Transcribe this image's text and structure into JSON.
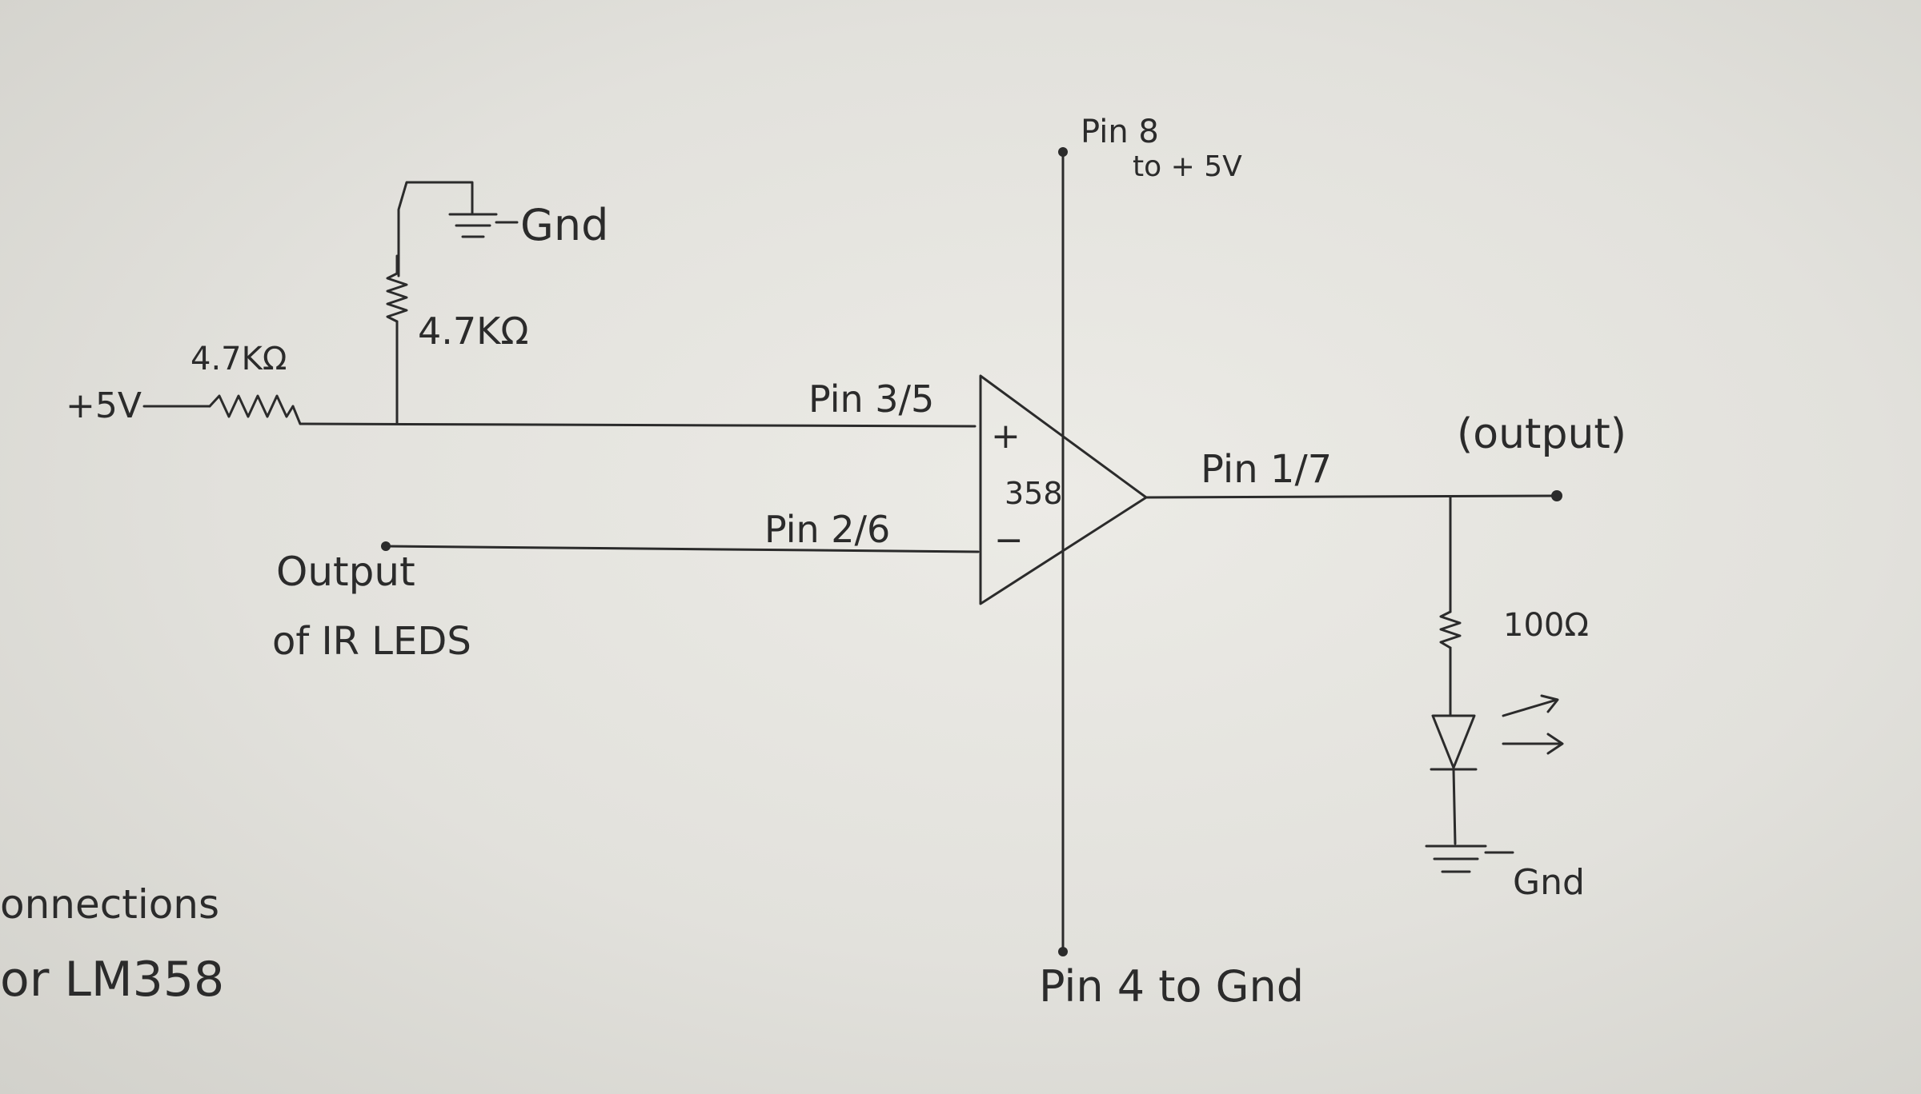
{
  "labels": {
    "pin8_line1": "Pin 8",
    "pin8_line2": "to + 5V",
    "gnd_top": "Gnd",
    "res_vertical": "4.7KΩ",
    "res_horizontal": "4.7KΩ",
    "plus5v": "+5V",
    "pin_3_5": "Pin 3/5",
    "pin_2_6": "Pin 2/6",
    "opamp_plus": "+",
    "opamp_minus": "−",
    "opamp_name": "358",
    "pin_1_7": "Pin 1/7",
    "output_label": "(output)",
    "ir_line1": "Output",
    "ir_line2": "of IR LEDS",
    "res_100": "100Ω",
    "gnd_bottom": "Gnd",
    "pin4": "Pin 4 to Gnd",
    "caption_line1": "onnections",
    "caption_line2": "or LM358"
  }
}
